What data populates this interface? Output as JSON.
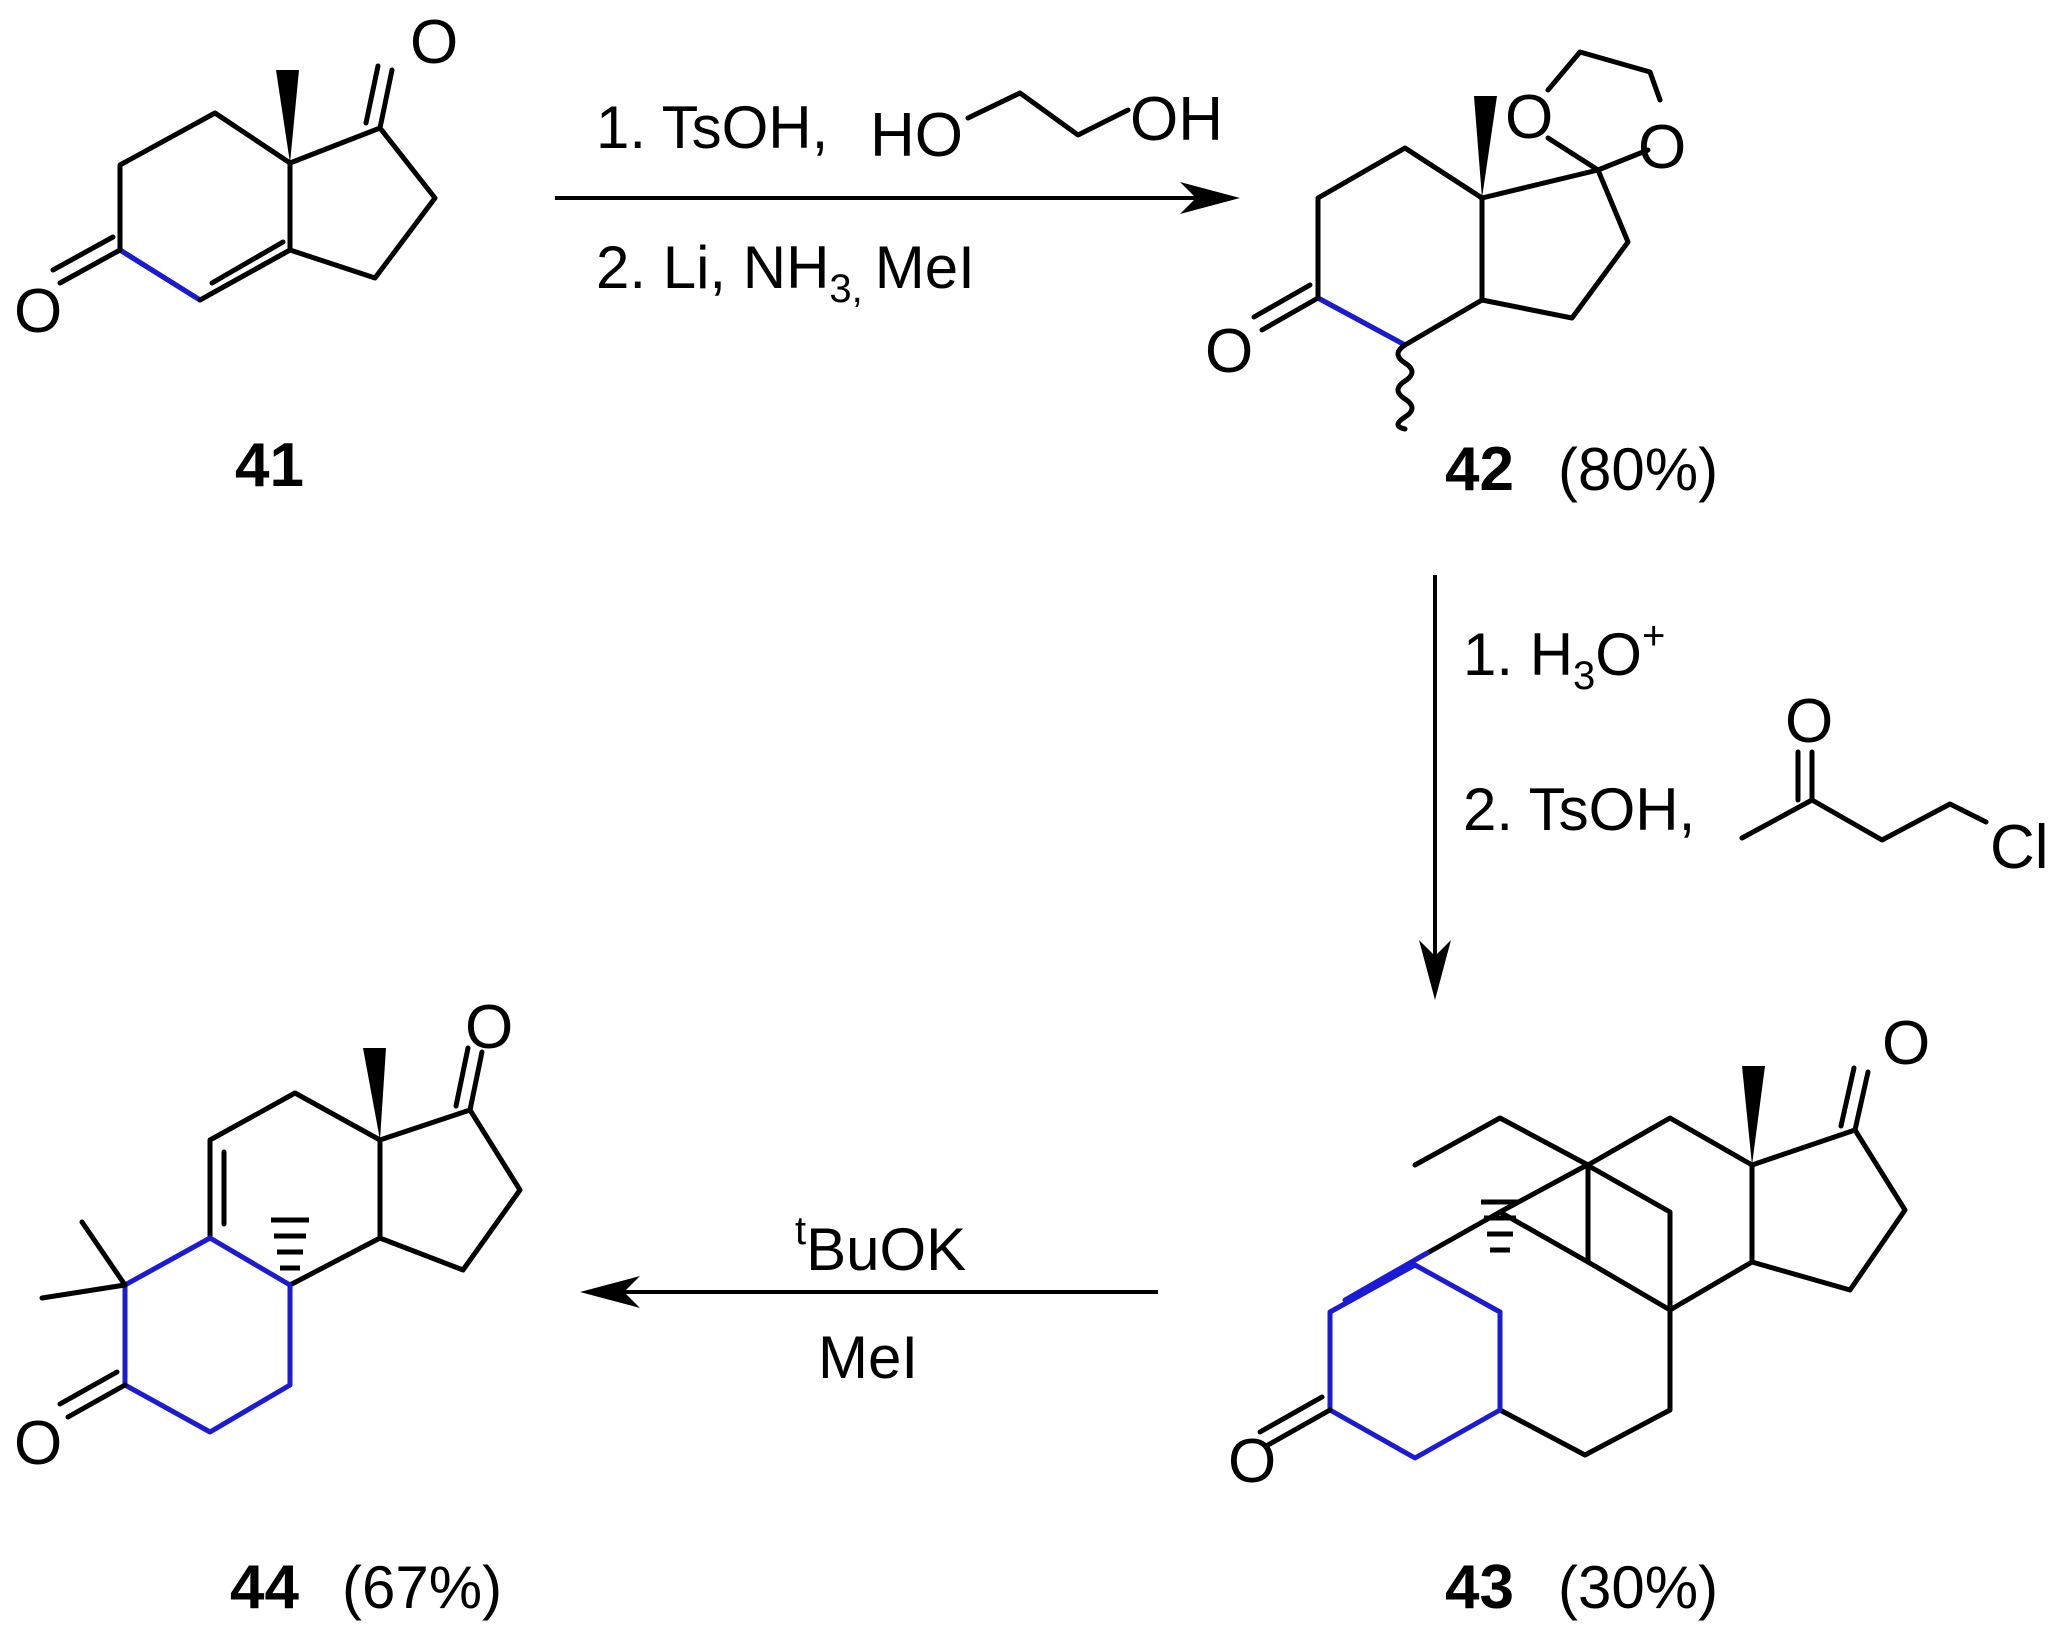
{
  "colors": {
    "bond": "#000000",
    "highlight": "#1b1bd6"
  },
  "compounds": [
    {
      "id": "41",
      "label": "41",
      "yield": ""
    },
    {
      "id": "42",
      "label": "42",
      "yield": "(80%)"
    },
    {
      "id": "43",
      "label": "43",
      "yield": "(30%)"
    },
    {
      "id": "44",
      "label": "44",
      "yield": "(67%)"
    }
  ],
  "atoms": {
    "oxygen": "O",
    "ho": "HO",
    "oh": "OH",
    "cl": "Cl"
  },
  "steps": {
    "step1": {
      "line1_prefix": "1. TsOH,",
      "line2_prefix": "2. Li, NH",
      "line2_sub": "3,",
      "line2_suffix": "MeI"
    },
    "step2": {
      "line1_prefix": "1. H",
      "line1_sub": "3",
      "line1_mid": "O",
      "line1_sup": "+",
      "line2_prefix": "2. TsOH,"
    },
    "step3": {
      "line1_sup": "t",
      "line1_main": "BuOK",
      "line2": "MeI"
    }
  }
}
